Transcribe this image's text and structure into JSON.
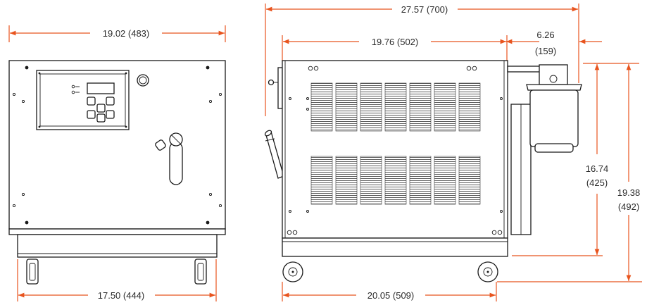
{
  "front_view": {
    "width_label": "19.02 (483)",
    "base_label": "17.50 (444)"
  },
  "side_view": {
    "overall_length_label": "27.57 (700)",
    "body_length_label": "19.76 (502)",
    "filter_offset_label_line1": "6.26",
    "filter_offset_label_line2": "(159)",
    "body_height_label_line1": "16.74",
    "body_height_label_line2": "(425)",
    "overall_height_label_line1": "19.38",
    "overall_height_label_line2": "(492)",
    "wheelbase_label": "20.05 (509)"
  },
  "colors": {
    "dimension": "#e8541e",
    "outline": "#1a1a1a",
    "text": "#2b2b2b"
  }
}
